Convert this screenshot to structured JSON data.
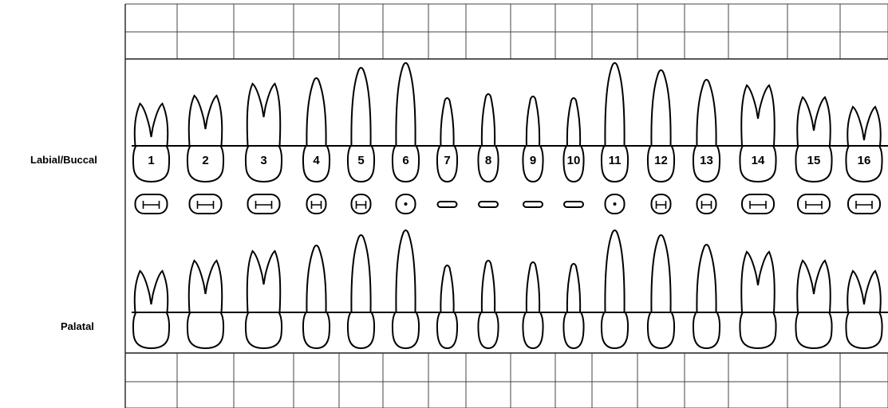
{
  "chart": {
    "labels": {
      "buccal": "Labial/Buccal",
      "palatal": "Palatal"
    },
    "teeth": [
      {
        "number": "1",
        "type": "molar"
      },
      {
        "number": "2",
        "type": "molar"
      },
      {
        "number": "3",
        "type": "molar"
      },
      {
        "number": "4",
        "type": "premolar"
      },
      {
        "number": "5",
        "type": "premolar"
      },
      {
        "number": "6",
        "type": "canine"
      },
      {
        "number": "7",
        "type": "incisor"
      },
      {
        "number": "8",
        "type": "incisor"
      },
      {
        "number": "9",
        "type": "incisor"
      },
      {
        "number": "10",
        "type": "incisor"
      },
      {
        "number": "11",
        "type": "canine"
      },
      {
        "number": "12",
        "type": "premolar"
      },
      {
        "number": "13",
        "type": "premolar"
      },
      {
        "number": "14",
        "type": "molar"
      },
      {
        "number": "15",
        "type": "molar"
      },
      {
        "number": "16",
        "type": "molar"
      }
    ]
  }
}
